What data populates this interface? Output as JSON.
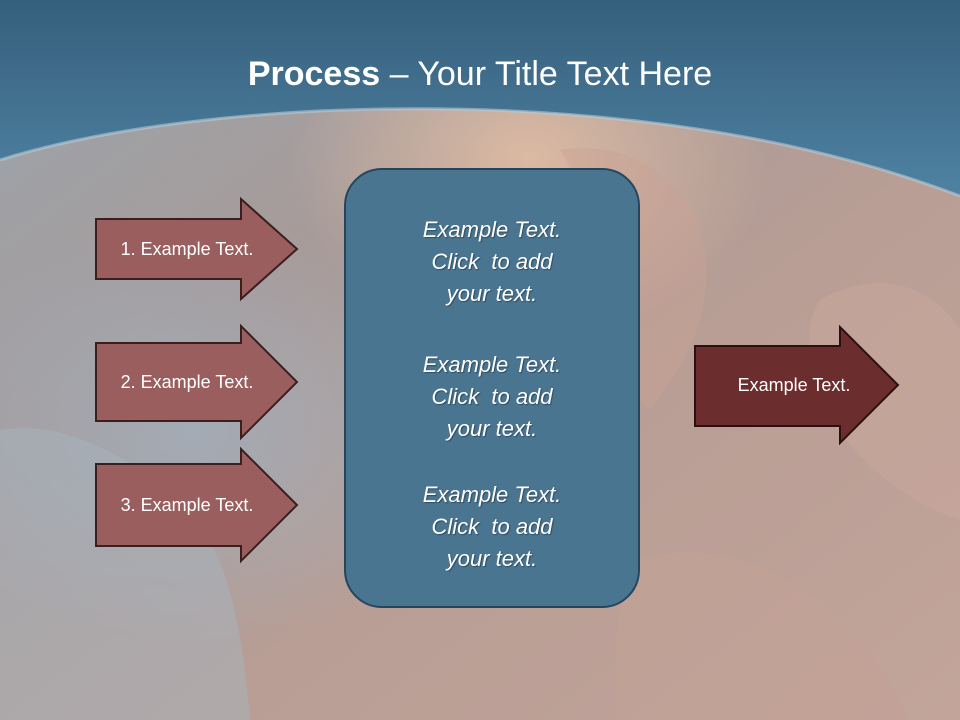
{
  "title": {
    "bold": "Process",
    "rest": " – Your Title Text Here"
  },
  "left_arrows": [
    {
      "label": "1. Example Text."
    },
    {
      "label": "2. Example Text."
    },
    {
      "label": "3. Example Text."
    }
  ],
  "center_box": {
    "items": [
      {
        "line1": "Example Text.",
        "line2": "Click  to add",
        "line3": "your text."
      },
      {
        "line1": "Example Text.",
        "line2": "Click  to add",
        "line3": "your text."
      },
      {
        "line1": "Example Text.",
        "line2": "Click  to add",
        "line3": "your text."
      }
    ]
  },
  "right_arrow": {
    "label": "Example Text."
  },
  "colors": {
    "header": "#3f6f8f",
    "left_arrow_fill": "#9b5e5e",
    "right_arrow_fill": "#6b2d2d",
    "center_box_fill": "#4a7590"
  }
}
